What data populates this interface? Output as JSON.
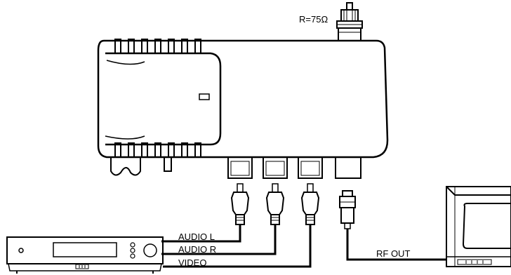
{
  "labels": {
    "termination": "R=75Ω",
    "audio_l": "AUDIO L",
    "audio_r": "AUDIO R",
    "video": "VIDEO",
    "rf_out": "RF OUT"
  },
  "colors": {
    "stroke": "#000000",
    "background": "#ffffff"
  }
}
